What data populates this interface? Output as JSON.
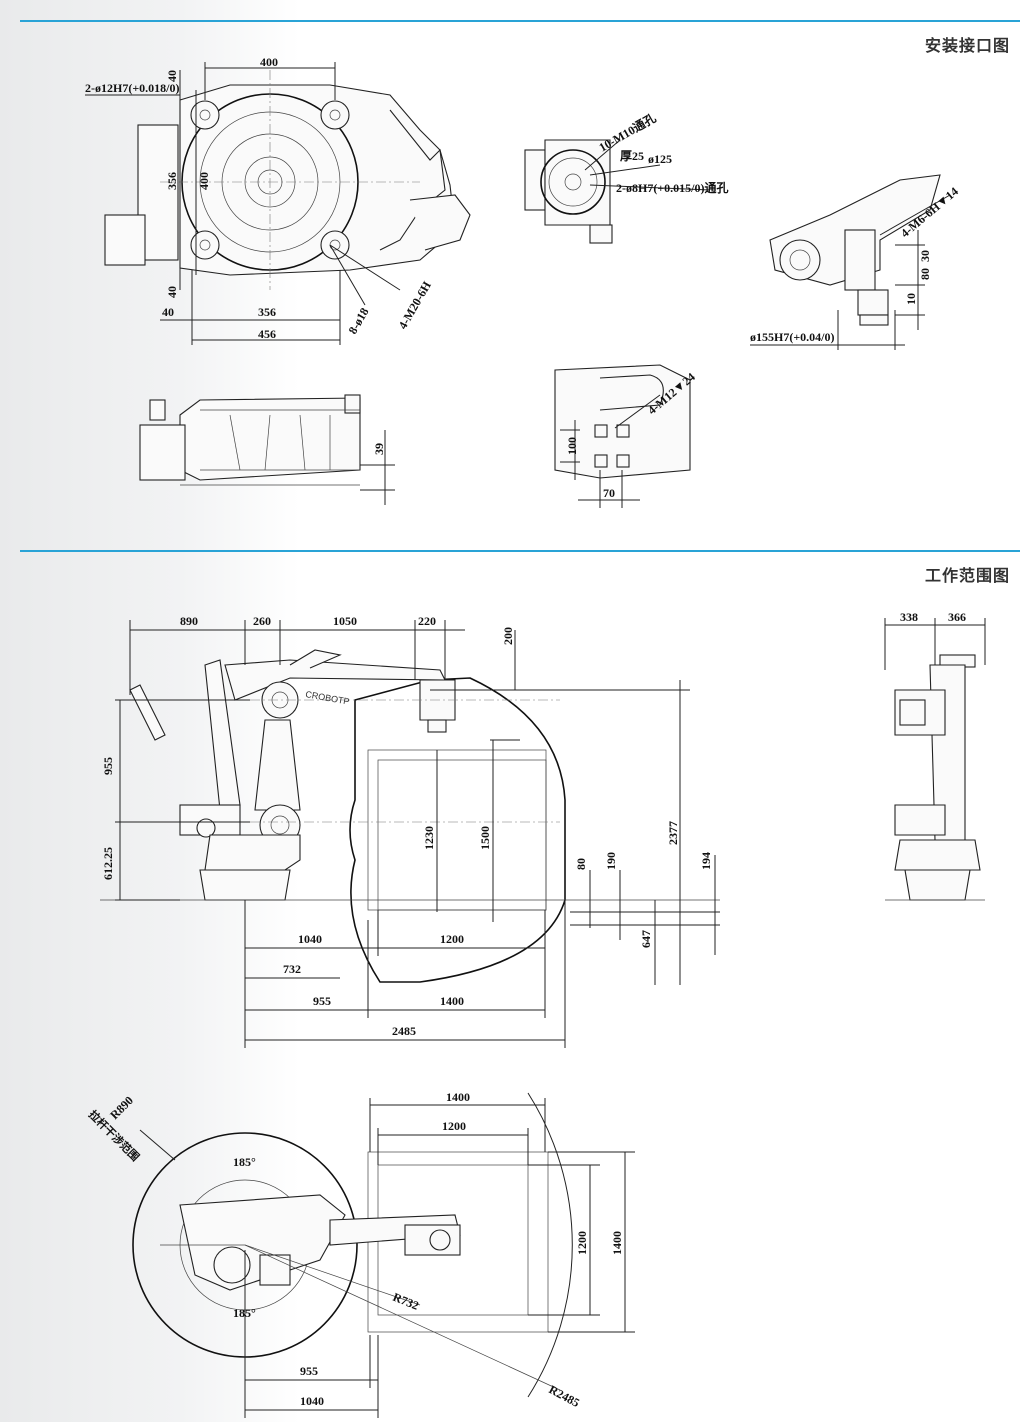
{
  "sections": {
    "mounting": {
      "title": "安装接口图"
    },
    "workspace": {
      "title": "工作范围图"
    }
  },
  "mounting": {
    "base_top": {
      "width_top": "400",
      "hole_pin": "2-ø12H7(+0.018/0)",
      "d40a": "40",
      "d356v": "356",
      "d400v": "400",
      "d40b": "40",
      "d40h": "40",
      "d356h": "356",
      "d456": "456",
      "holes_small": "8-ø18",
      "holes_thread": "4-M20-6H"
    },
    "base_side": {
      "d39": "39"
    },
    "flange": {
      "thread": "10-M10通孔",
      "thick": "厚25",
      "dia": "ø125",
      "pin": "2-ø8H7(+0.015/0)通孔"
    },
    "wrist": {
      "thread": "4-M6-6H▼14",
      "d30": "30",
      "d80": "80",
      "d10": "10",
      "dia": "ø155H7(+0.04/0)"
    },
    "forearm": {
      "thread": "4-M12▼24",
      "d100": "100",
      "d70": "70"
    }
  },
  "workspace": {
    "side": {
      "top_dims": [
        "890",
        "260",
        "1050",
        "220"
      ],
      "d200": "200",
      "d955": "955",
      "d612": "612.25",
      "d1230": "1230",
      "d1500": "1500",
      "d2377": "2377",
      "d80": "80",
      "d190": "190",
      "d194": "194",
      "d647": "647",
      "d1040": "1040",
      "d1200": "1200",
      "d732": "732",
      "d955b": "955",
      "d1400": "1400",
      "d2485": "2485",
      "brand": "CROBOTP"
    },
    "front": {
      "d338": "338",
      "d366": "366"
    },
    "plan": {
      "d1400top": "1400",
      "d1200top": "1200",
      "d1200v": "1200",
      "d1400v": "1400",
      "r890": "R890",
      "r890_note": "拉杆干涉范围",
      "a185top": "185°",
      "a185bot": "185°",
      "r732": "R732",
      "r2485": "R2485",
      "d955": "955",
      "d1040": "1040"
    }
  }
}
